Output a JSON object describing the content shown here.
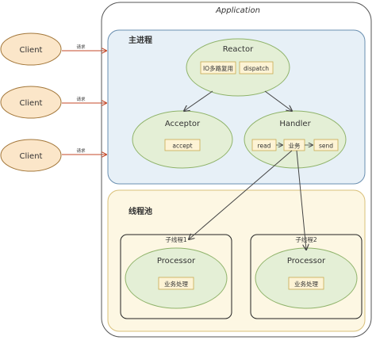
{
  "application": {
    "title": "Application"
  },
  "main_process": {
    "title": "主进程"
  },
  "reactor": {
    "title": "Reactor",
    "items": [
      "IO多路复用",
      "dispatch"
    ]
  },
  "acceptor": {
    "title": "Acceptor",
    "item": "accept"
  },
  "handler": {
    "title": "Handler",
    "items": [
      "read",
      "业务",
      "send"
    ]
  },
  "thread_pool": {
    "title": "线程池"
  },
  "sub_threads": [
    {
      "label": "子线程1",
      "processor": "Processor",
      "task": "业务处理"
    },
    {
      "label": "子线程2",
      "processor": "Processor",
      "task": "业务处理"
    }
  ],
  "clients": [
    {
      "label": "Client",
      "edge": "请求"
    },
    {
      "label": "Client",
      "edge": "请求"
    },
    {
      "label": "Client",
      "edge": "请求"
    }
  ],
  "colors": {
    "client_fill": "#fbe6c9",
    "main_fill": "#e7f0f7",
    "pool_fill": "#fdf7e3",
    "ellipse_fill": "#e4efd6",
    "ellipse_stroke": "#8fb36a",
    "box_fill": "#fdf3d5",
    "box_stroke": "#c9a94f",
    "client_stroke": "#a3773a",
    "arrow": "#444444",
    "client_arrow": "#c44a2a"
  }
}
